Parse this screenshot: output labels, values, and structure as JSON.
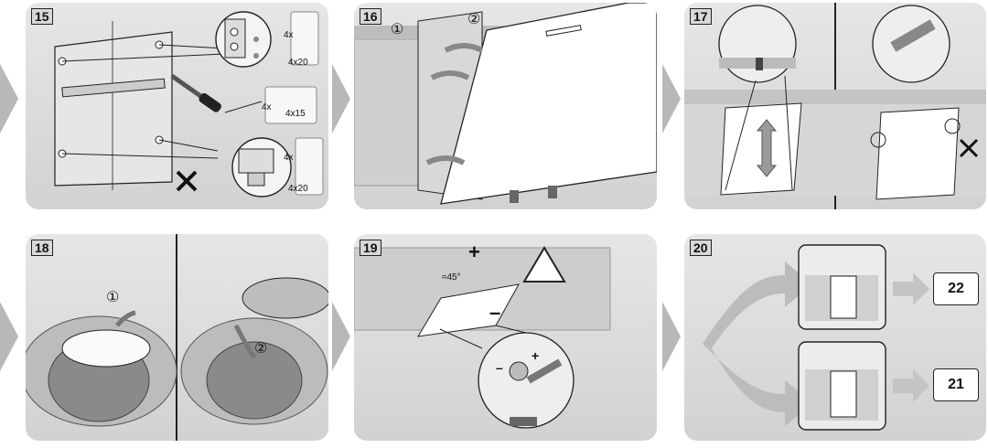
{
  "steps": [
    {
      "number": "15"
    },
    {
      "number": "16"
    },
    {
      "number": "17"
    },
    {
      "number": "18"
    },
    {
      "number": "19"
    },
    {
      "number": "20"
    }
  ],
  "step15": {
    "screw_a_count": "4x",
    "screw_a_size": "4x20",
    "screw_b_count": "4x",
    "screw_b_size": "4x15",
    "screw_c_count": "4x",
    "screw_c_size": "4x20"
  },
  "step16": {
    "marker1": "①",
    "marker2": "②"
  },
  "step18": {
    "marker1": "①",
    "marker2": "②"
  },
  "step19": {
    "angle": "≈45°",
    "plus": "+",
    "minus": "–",
    "knob_minus": "–",
    "knob_plus": "+"
  },
  "step20": {
    "target_top": "22",
    "target_bottom": "21"
  },
  "colors": {
    "panel_bg": "#dcdcdc",
    "arrow": "#b9b9b9",
    "line": "#222222"
  }
}
